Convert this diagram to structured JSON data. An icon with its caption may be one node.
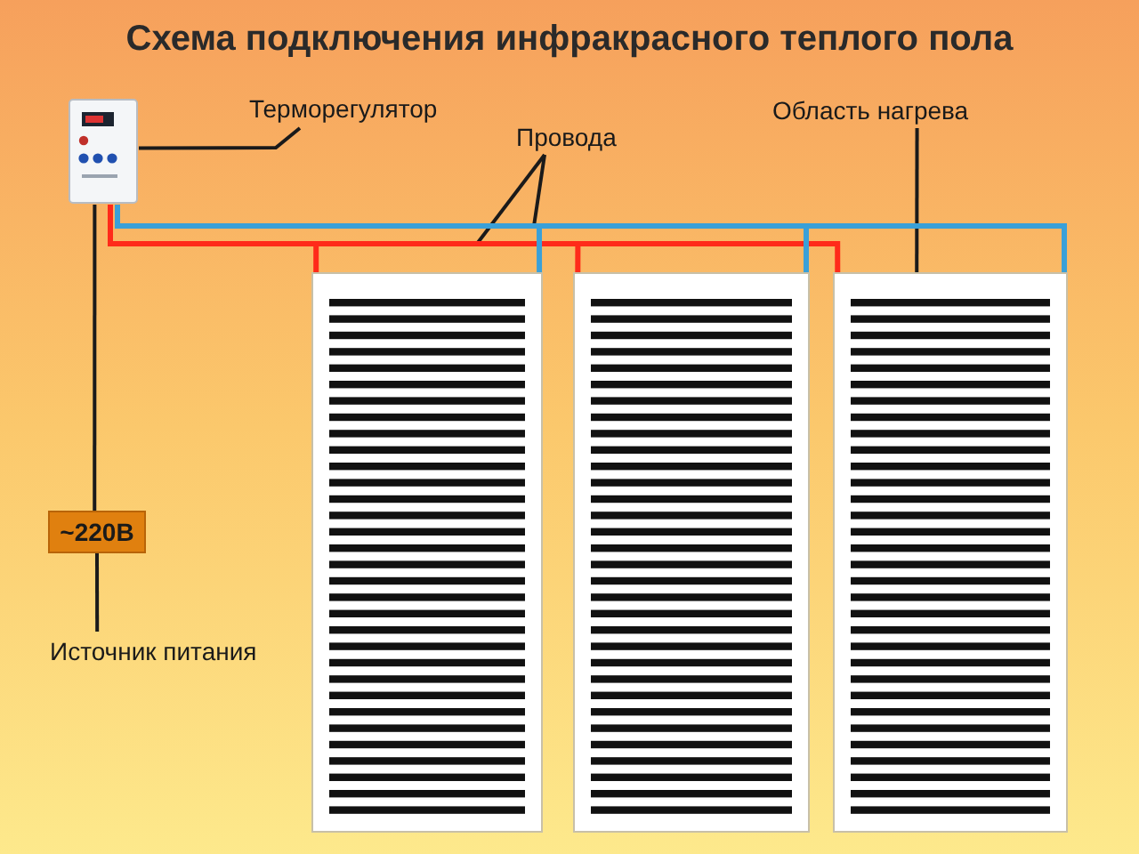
{
  "diagram": {
    "title": "Схема подключения инфракрасного теплого пола",
    "nodes": [
      {
        "text": [
          "Терморегулятор"
        ]
      },
      {
        "text": [],
        "shape": "picture"
      },
      {
        "text": [
          "Провода"
        ]
      },
      {
        "text": [
          "Область нагрева"
        ]
      },
      {
        "text": [],
        "shape": "box"
      },
      {
        "text": [],
        "shape": "box"
      },
      {
        "text": [],
        "shape": "box"
      },
      {
        "text": [
          "~220В"
        ]
      },
      {
        "text": [
          "Источник питания"
        ]
      }
    ],
    "edges": [
      {
        "from": 0,
        "to": 1,
        "arrow": "none"
      },
      {
        "from": 2,
        "to": null,
        "arrow": "none"
      },
      {
        "from": 2,
        "to": null,
        "arrow": "none"
      },
      {
        "from": 3,
        "to": 6,
        "arrow": "none"
      },
      {
        "from": 1,
        "to": 4,
        "arrow": "none",
        "color": "#ff2a1a"
      },
      {
        "from": 1,
        "to": 5,
        "arrow": "none",
        "color": "#ff2a1a"
      },
      {
        "from": 1,
        "to": 6,
        "arrow": "none",
        "color": "#ff2a1a"
      },
      {
        "from": 1,
        "to": 4,
        "arrow": "none",
        "color": "#3aa0d8"
      },
      {
        "from": 1,
        "to": 5,
        "arrow": "none",
        "color": "#3aa0d8"
      },
      {
        "from": 1,
        "to": 6,
        "arrow": "none",
        "color": "#3aa0d8"
      },
      {
        "from": 1,
        "to": 7,
        "arrow": "none"
      },
      {
        "from": 7,
        "to": 8,
        "arrow": "none"
      }
    ]
  }
}
